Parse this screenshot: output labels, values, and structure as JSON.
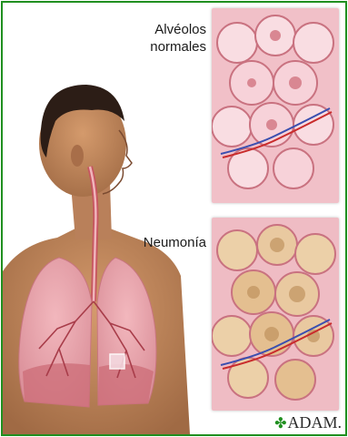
{
  "labels": {
    "normal_line1": "Alvéolos",
    "normal_line2": "normales",
    "pneumonia": "Neumonía"
  },
  "logo": {
    "text": "ADAM.",
    "icon": "adam-leaf-icon"
  },
  "colors": {
    "border": "#1f8f1f",
    "skin": "#c68a5e",
    "lung": "#e7a0a8",
    "alveolus_wall": "#e9a3ae",
    "exudate": "#e9c9a0"
  }
}
